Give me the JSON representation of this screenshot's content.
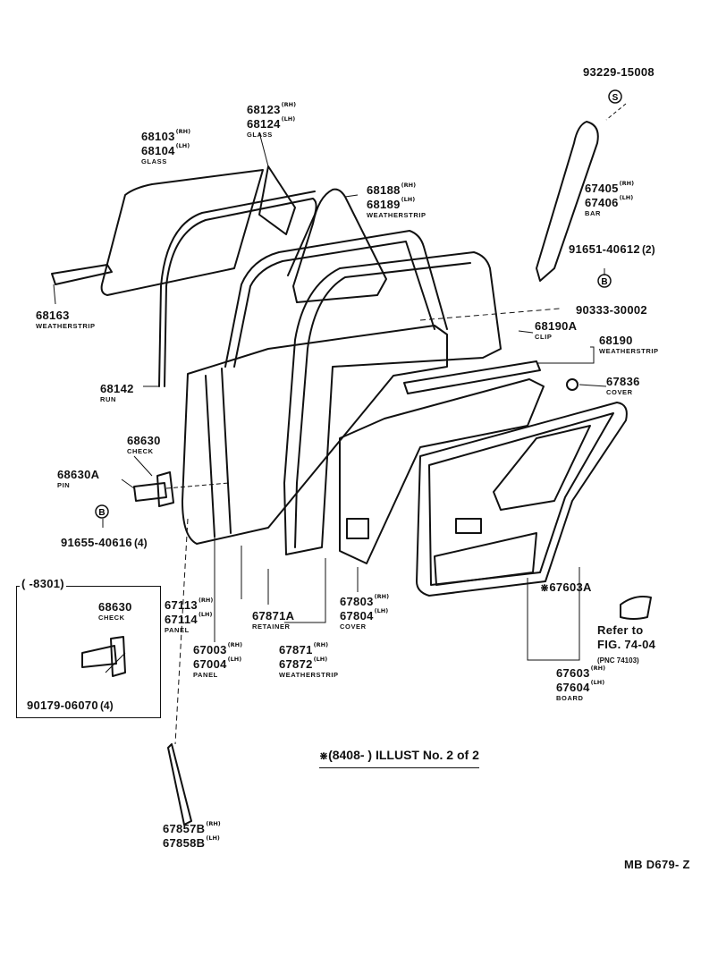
{
  "labels": {
    "l93229": {
      "num": "93229-15008"
    },
    "l68123": {
      "num1": "68123",
      "sfx1": "(RH)",
      "num2": "68124",
      "sfx2": "(LH)",
      "name": "GLASS"
    },
    "l68103": {
      "num1": "68103",
      "sfx1": "(RH)",
      "num2": "68104",
      "sfx2": "(LH)",
      "name": "GLASS"
    },
    "l68188": {
      "num1": "68188",
      "sfx1": "(RH)",
      "num2": "68189",
      "sfx2": "(LH)",
      "name": "WEATHERSTRIP"
    },
    "l67405": {
      "num1": "67405",
      "sfx1": "(RH)",
      "num2": "67406",
      "sfx2": "(LH)",
      "name": "BAR"
    },
    "l91651": {
      "num": "91651-40612",
      "qty": "(2)"
    },
    "l68163": {
      "num": "68163",
      "name": "WEATHERSTRIP"
    },
    "l90333": {
      "num": "90333-30002"
    },
    "l68190A": {
      "num": "68190A",
      "name": "CLIP"
    },
    "l68190": {
      "num": "68190",
      "name": "WEATHERSTRIP"
    },
    "l68142": {
      "num": "68142",
      "name": "RUN"
    },
    "l67836": {
      "num": "67836",
      "name": "COVER"
    },
    "l68630": {
      "num": "68630",
      "name": "CHECK"
    },
    "l68630A": {
      "num": "68630A",
      "name": "PIN"
    },
    "l91655": {
      "num": "91655-40616",
      "qty": "(4)"
    },
    "l67603A": {
      "num": "67603A"
    },
    "l67113": {
      "num1": "67113",
      "sfx1": "(RH)",
      "num2": "67114",
      "sfx2": "(LH)",
      "name": "PANEL"
    },
    "l67871A": {
      "num": "67871A",
      "name": "RETAINER"
    },
    "l67803": {
      "num1": "67803",
      "sfx1": "(RH)",
      "num2": "67804",
      "sfx2": "(LH)",
      "name": "COVER"
    },
    "l67003": {
      "num1": "67003",
      "sfx1": "(RH)",
      "num2": "67004",
      "sfx2": "(LH)",
      "name": "PANEL"
    },
    "l67871": {
      "num1": "67871",
      "sfx1": "(RH)",
      "num2": "67872",
      "sfx2": "(LH)",
      "name": "WEATHERSTRIP"
    },
    "l67603": {
      "num1": "67603",
      "sfx1": "(RH)",
      "num2": "67604",
      "sfx2": "(LH)",
      "name": "BOARD"
    },
    "l67857": {
      "num1": "67857B",
      "sfx1": "(RH)",
      "num2": "67858B",
      "sfx2": "(LH)"
    }
  },
  "refer": {
    "line1": "Refer to",
    "line2": "FIG. 74-04",
    "line3": "(PNC 74103)"
  },
  "inset": {
    "header": "(       -8301)",
    "part1": {
      "num": "68630",
      "name": "CHECK"
    },
    "part2": {
      "num": "90179-06070",
      "qty": "(4)"
    }
  },
  "symbols": {
    "s_marker": "S",
    "b_marker": "B",
    "asterisk": "⋇"
  },
  "illust_note": "(8408-          ) ILLUST No. 2 of 2",
  "drawing_code": "MB D679- Z"
}
